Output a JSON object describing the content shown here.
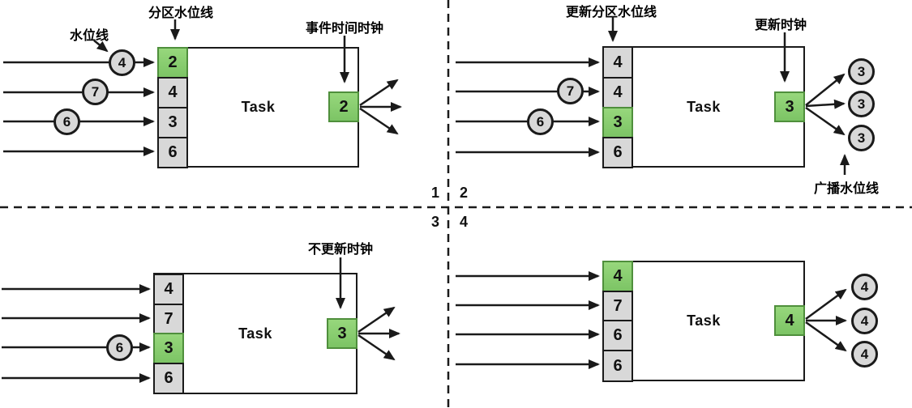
{
  "colors": {
    "stroke_black": "#1a1a1a",
    "cell_gray_fill": "#d8d8d8",
    "highlight_green_fill": "#97d77c",
    "highlight_green_deep": "#7cc465",
    "highlight_green_border": "#4f8f3c"
  },
  "center_labels": {
    "q1": "1",
    "q2": "2",
    "q3": "3",
    "q4": "4"
  },
  "quadrants": {
    "q1": {
      "labels": {
        "watermark": "水位线",
        "partition_watermark": "分区水位线",
        "event_time_clock": "事件时间时钟"
      },
      "input_values": [
        "4",
        "7",
        "6"
      ],
      "partition_cells": [
        "2",
        "4",
        "3",
        "6"
      ],
      "highlight_cell_index": 0,
      "clock_value": "2",
      "task_label": "Task"
    },
    "q2": {
      "labels": {
        "update_partition_watermark": "更新分区水位线",
        "update_clock": "更新时钟",
        "broadcast_watermark": "广播水位线"
      },
      "input_values": [
        "7",
        "6"
      ],
      "partition_cells": [
        "4",
        "4",
        "3",
        "6"
      ],
      "highlight_cell_index": 2,
      "clock_value": "3",
      "output_values": [
        "3",
        "3",
        "3"
      ],
      "task_label": "Task"
    },
    "q3": {
      "labels": {
        "no_update_clock": "不更新时钟"
      },
      "input_values": [
        "6"
      ],
      "partition_cells": [
        "4",
        "7",
        "3",
        "6"
      ],
      "highlight_cell_index": 2,
      "clock_value": "3",
      "task_label": "Task"
    },
    "q4": {
      "partition_cells": [
        "4",
        "7",
        "6",
        "6"
      ],
      "highlight_cell_index": 0,
      "clock_value": "4",
      "output_values": [
        "4",
        "4",
        "4"
      ],
      "task_label": "Task"
    }
  }
}
